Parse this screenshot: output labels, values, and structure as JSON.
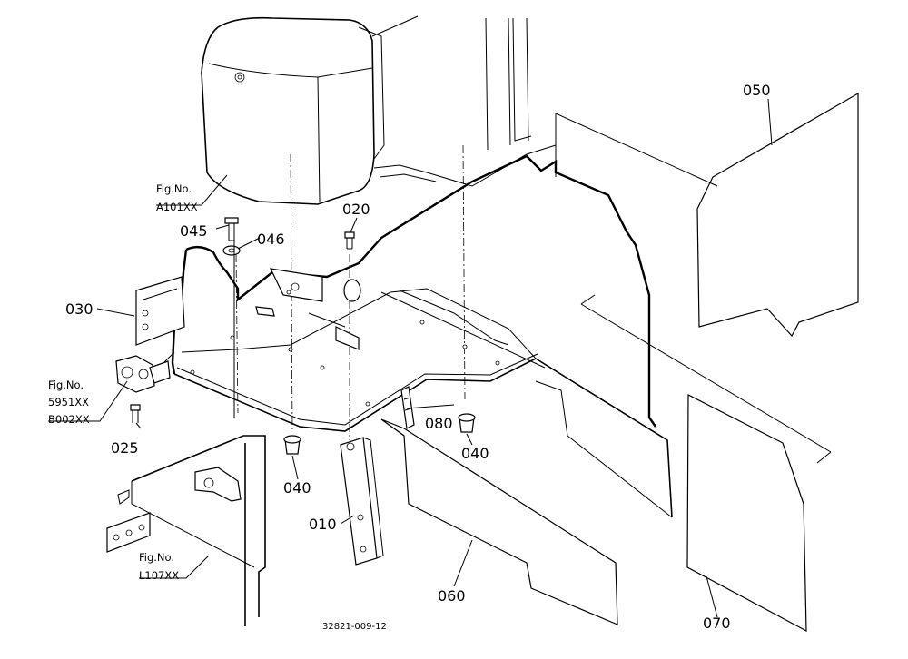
{
  "parts": [
    {
      "id": "p010",
      "label": "010"
    },
    {
      "id": "p020",
      "label": "020"
    },
    {
      "id": "p025",
      "label": "025"
    },
    {
      "id": "p030",
      "label": "030"
    },
    {
      "id": "p040a",
      "label": "040"
    },
    {
      "id": "p040b",
      "label": "040"
    },
    {
      "id": "p045",
      "label": "045"
    },
    {
      "id": "p046",
      "label": "046"
    },
    {
      "id": "p050",
      "label": "050"
    },
    {
      "id": "p060",
      "label": "060"
    },
    {
      "id": "p070",
      "label": "070"
    },
    {
      "id": "p080",
      "label": "080"
    }
  ],
  "figure_refs": [
    {
      "id": "a101",
      "lines": [
        "Fig.No.",
        "A101XX"
      ]
    },
    {
      "id": "f5951",
      "lines": [
        "Fig.No.",
        "5951XX",
        "B002XX"
      ]
    },
    {
      "id": "l107",
      "lines": [
        "Fig.No.",
        "L107XX"
      ]
    }
  ],
  "drawing_code": "32821-009-12"
}
